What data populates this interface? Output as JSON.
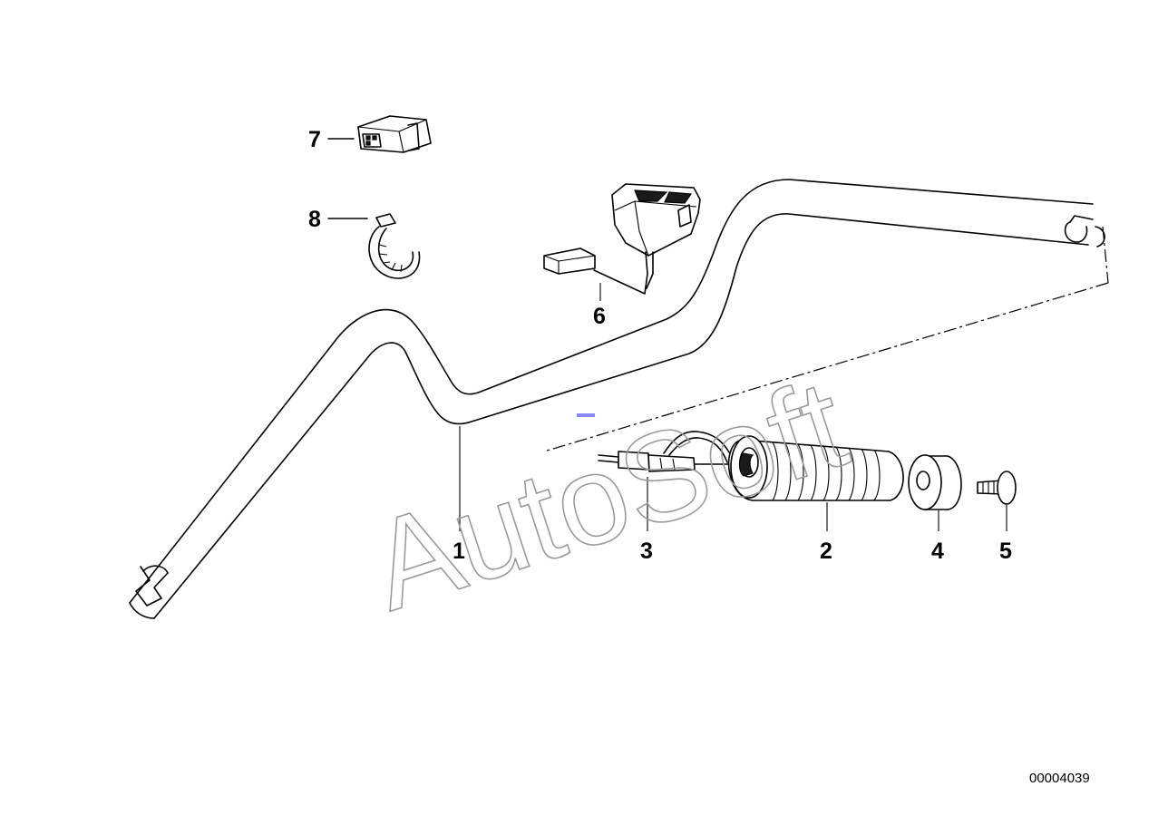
{
  "callouts": {
    "c1": "1",
    "c2": "2",
    "c3": "3",
    "c4": "4",
    "c5": "5",
    "c6": "6",
    "c7": "7",
    "c8": "8"
  },
  "diagram_id": "00004039",
  "watermark": "AutoSoft",
  "colors": {
    "line": "#000000",
    "background": "#ffffff",
    "watermark": "#9a9a9a",
    "marker": "#8a8aff"
  }
}
